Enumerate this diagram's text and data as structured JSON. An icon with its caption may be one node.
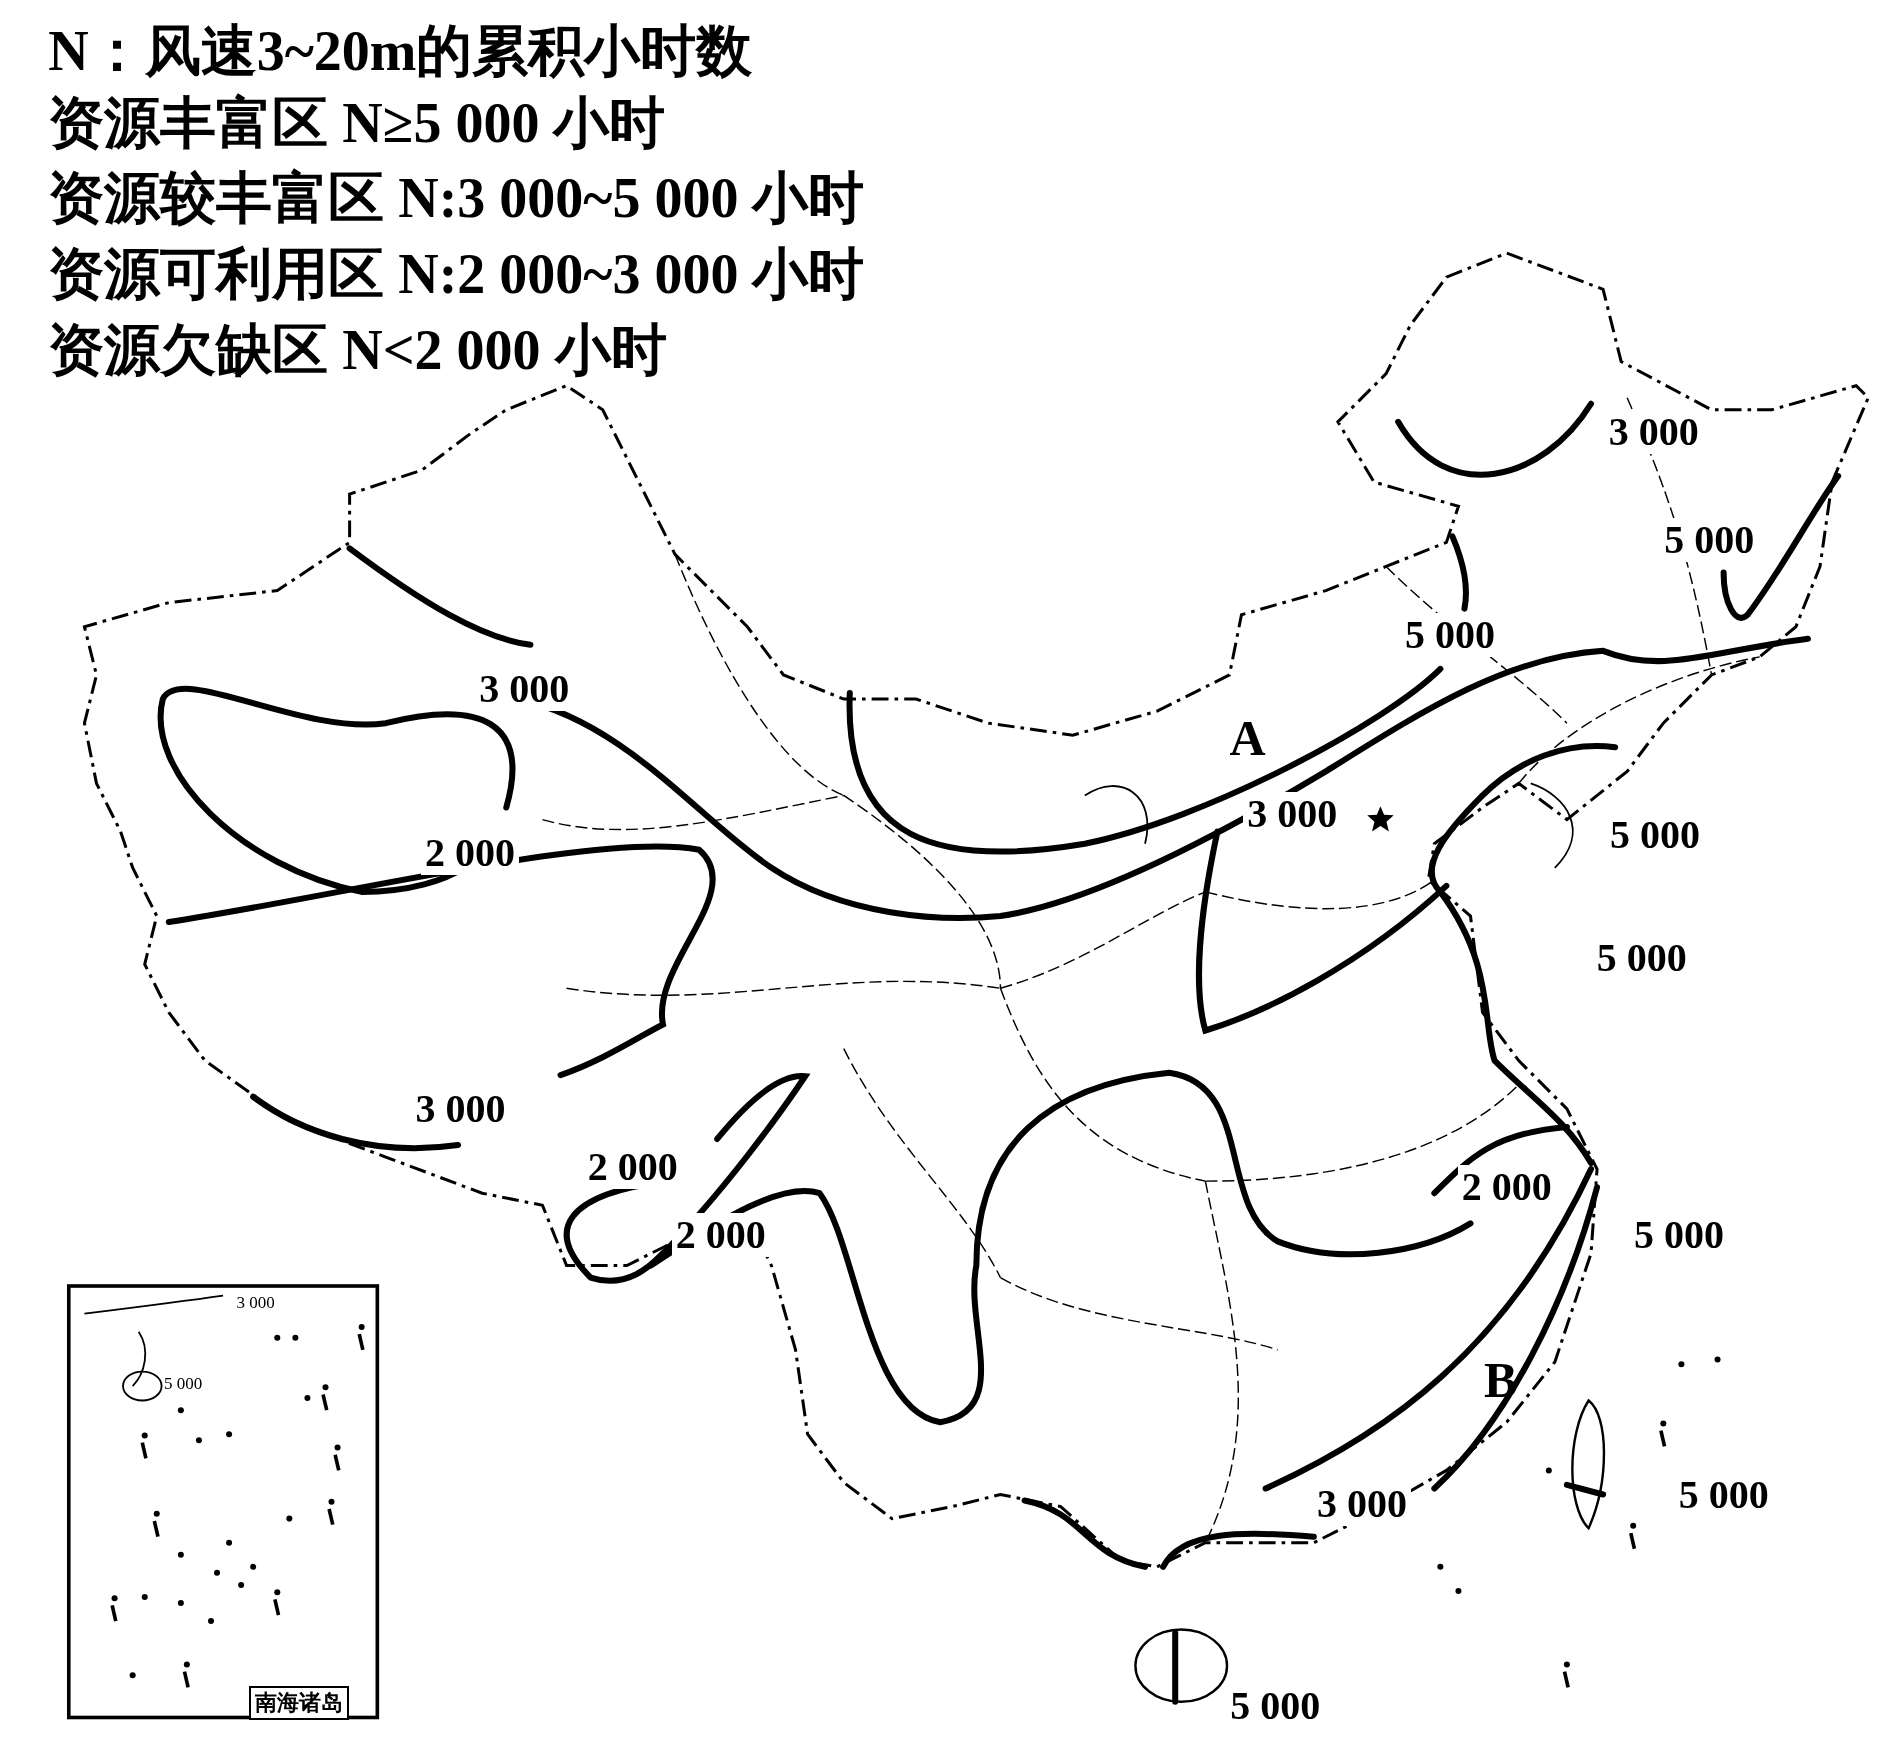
{
  "diagram": {
    "labels": [
      "N：风速3~20m的累积小时数",
      "资源丰富区 N≥5 000 小时",
      "资源较丰富区 N:3 000~5 000 小时",
      "资源可利用区 N:2 000~3 000 小时",
      "资源欠缺区 N<2 000 小时",
      "3 000",
      "5 000",
      "5 000",
      "3 000",
      "A",
      "3 000",
      "5 000",
      "2 000",
      "5 000",
      "3 000",
      "2 000",
      "2 000",
      "2 000",
      "5 000",
      "B",
      "5 000",
      "3 000",
      "5 000",
      "3 000",
      "5 000",
      "南海诸岛"
    ]
  }
}
